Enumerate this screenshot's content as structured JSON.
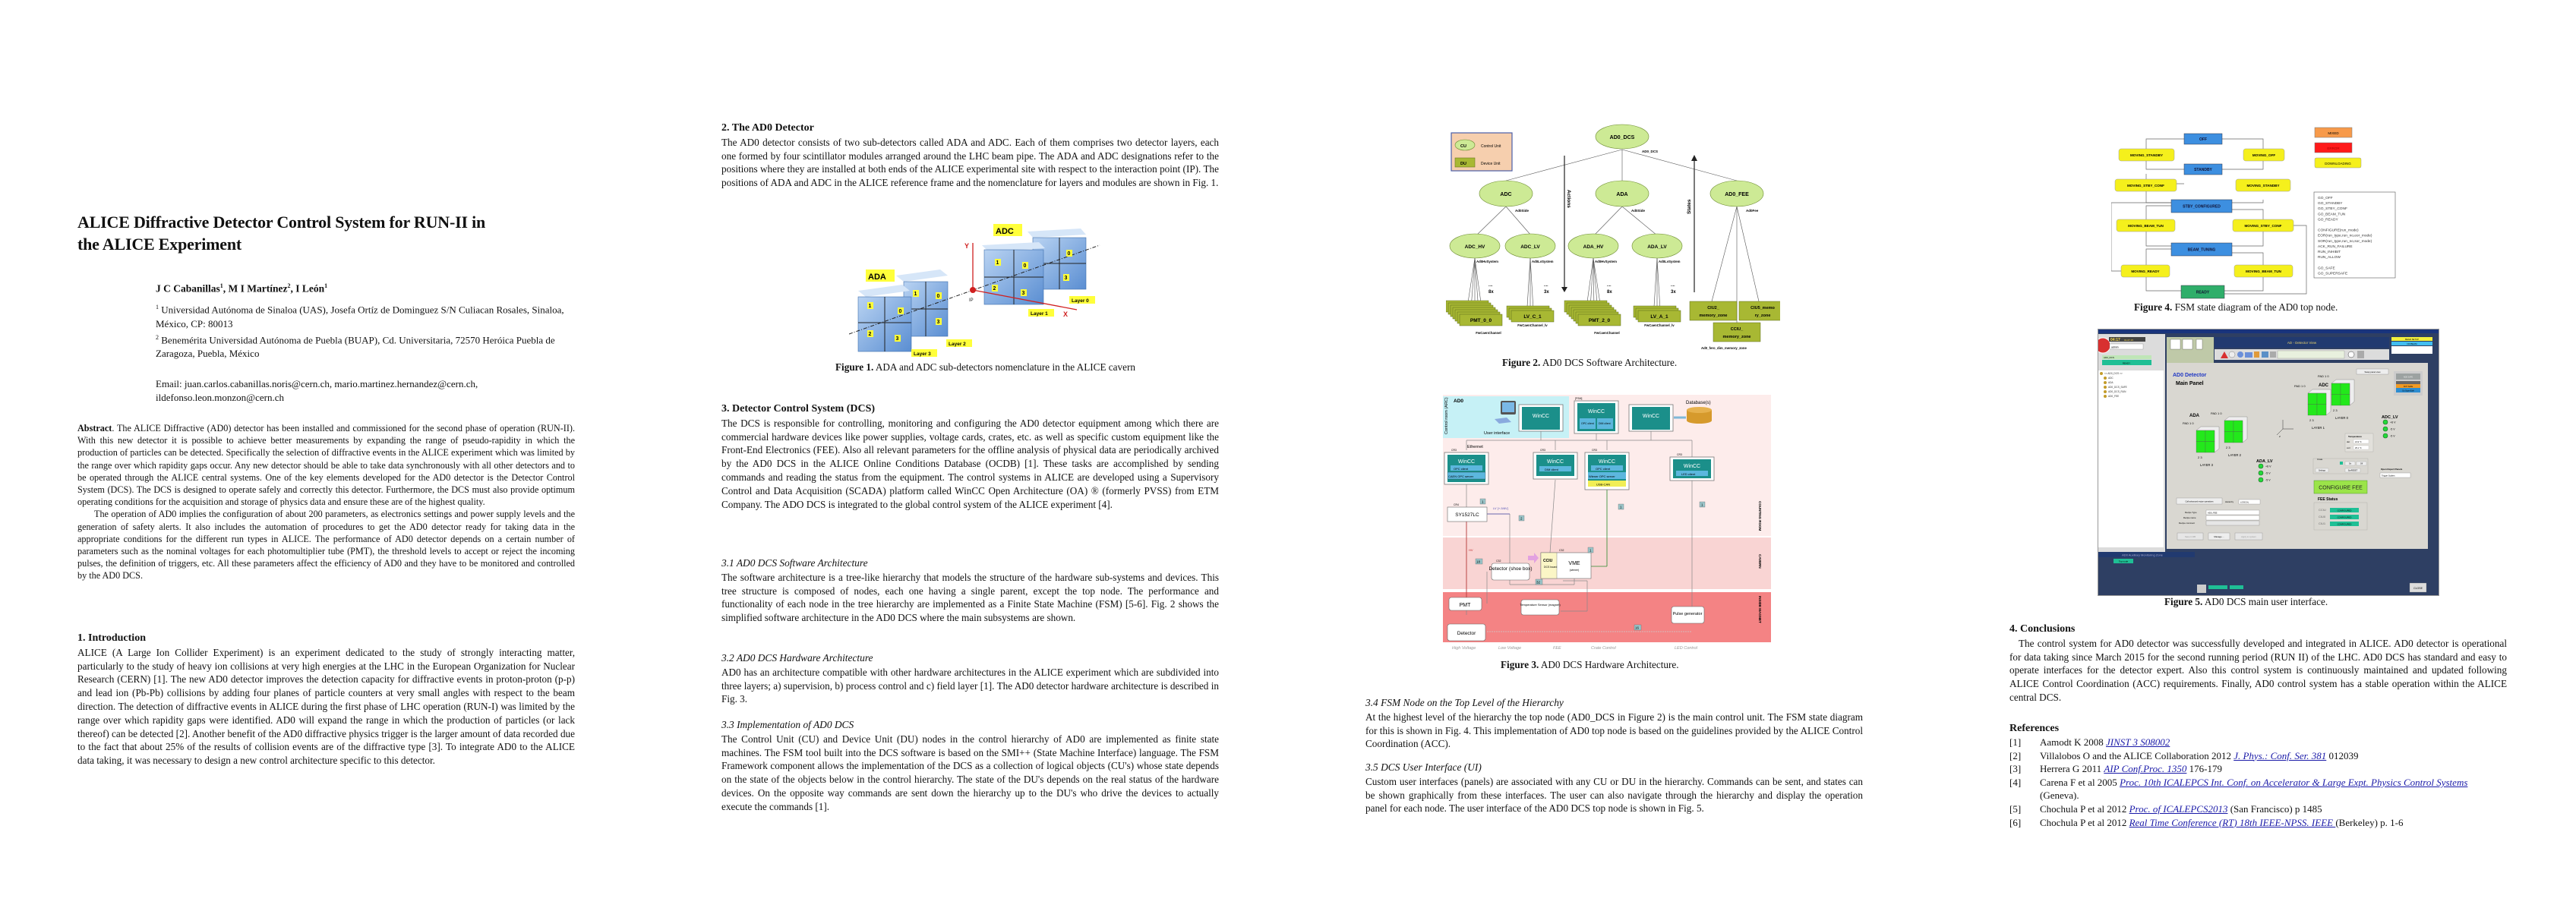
{
  "paper": {
    "title": "ALICE Diffractive Detector Control System  for RUN-II in the ALICE Experiment",
    "authors": [
      {
        "name": "J C Cabanillas",
        "aff": "1"
      },
      {
        "name": "M I Martínez",
        "aff": "2"
      },
      {
        "name": "I León",
        "aff": "1"
      }
    ],
    "affiliations": [
      {
        "num": "1",
        "text": "Universidad Autónoma de Sinaloa (UAS), Josefa Ortíz de Dominguez S/N Culiacan Rosales, Sinaloa, México, CP: 80013"
      },
      {
        "num": "2",
        "text": "Benemérita Universidad Autónoma de Puebla (BUAP), Cd. Universitaria, 72570 Heróica Puebla de Zaragoza, Puebla, México"
      }
    ],
    "email": "Email: juan.carlos.cabanillas.noris@cern.ch, mario.martinez.hernandez@cern.ch, ildefonso.leon.monzon@cern.ch",
    "abstract_label": "Abstract",
    "abstract_p1": ". The ALICE Diffractive (AD0) detector has been installed and commissioned for the second phase of operation (RUN-II). With this new detector it is possible to achieve better measurements by expanding the range of pseudo-rapidity in which the production of particles can be detected. Specifically the selection of diffractive events in the ALICE experiment which was limited by the range over which rapidity gaps occur. Any new detector should be able to take data synchronously with all other detectors and to be operated through the ALICE central systems. One of the key elements developed for the AD0 detector is the Detector Control System (DCS). The DCS is designed to operate safely and correctly this detector. Furthermore, the DCS must also provide optimum operating conditions for the acquisition and storage of physics data and ensure these are of the highest quality.",
    "abstract_p2": "The operation of AD0 implies the configuration of about 200 parameters, as electronics settings and power supply levels and the generation of safety alerts. It also includes the automation of procedures to get the AD0 detector ready for taking data in the appropriate conditions for the different run types in ALICE. The performance of AD0 detector depends on a certain number of parameters such as the nominal voltages for each photomultiplier tube (PMT), the threshold levels to accept or reject the incoming pulses, the definition of triggers, etc. All these parameters affect the efficiency of AD0 and they have to be monitored and controlled by the AD0 DCS."
  },
  "sections": {
    "intro": {
      "heading": "1.   Introduction",
      "body": "ALICE (A Large Ion Collider Experiment) is an experiment dedicated to the study of strongly interacting matter, particularly to the study of heavy ion collisions at very high energies at the LHC in the European Organization for Nuclear Research (CERN) [1]. The new AD0 detector improves the detection capacity for diffractive events in proton-proton (p-p) and lead ion (Pb-Pb) collisions by adding four planes of particle counters at very small angles with respect to the beam direction. The detection of diffractive events in ALICE during the first phase of LHC operation (RUN-I) was limited by the range over which rapidity gaps were identified. AD0 will expand the range in which the production of particles (or lack thereof) can be detected [2]. Another benefit of the AD0 diffractive physics trigger is the larger amount of data recorded due to the fact that about 25% of the results of collision events are of the diffractive type [3]. To integrate AD0 to the ALICE data taking, it was necessary to design a new control architecture specific to this detector."
    },
    "ad0": {
      "heading": "2.   The AD0 Detector",
      "body": "The AD0 detector consists of two sub-detectors called ADA and ADC. Each of them comprises two detector layers, each one formed by four scintillator modules arranged around the LHC beam pipe. The ADA and ADC designations refer to the positions where they are installed at both ends of the ALICE experimental site with respect to the interaction point (IP). The positions of ADA and ADC in the ALICE reference frame and the nomenclature for layers and modules are shown in Fig. 1."
    },
    "dcs": {
      "heading": "3.   Detector Control System (DCS)",
      "body": "The DCS is responsible for controlling, monitoring and configuring the AD0 detector equipment among which there are commercial hardware devices like power supplies, voltage cards, crates, etc. as well as specific custom equipment like the Front-End Electronics (FEE). Also all relevant parameters for the offline analysis of physical data are periodically archived by the AD0 DCS in the ALICE Online Conditions Database (OCDB) [1]. These tasks are accomplished by sending commands and reading the status from the equipment. The control systems in ALICE are developed using a Supervisory Control and Data Acquisition (SCADA) platform called WinCC Open Architecture (OA) ® (formerly PVSS) from ETM Company. The ADO DCS is integrated to the global control system of the ALICE experiment [4]."
    },
    "s31": {
      "heading": "3.1 AD0 DCS Software Architecture",
      "body": "The software architecture is a tree-like hierarchy that models the structure of the hardware sub-systems and devices. This tree structure is composed of nodes, each one having a single parent, except the top node. The performance and functionality of each node in the tree hierarchy are implemented as a Finite State Machine (FSM) [5-6]. Fig. 2 shows the simplified software architecture in the AD0 DCS where the main subsystems are shown."
    },
    "s32": {
      "heading": "3.2 AD0 DCS Hardware Architecture",
      "body": "AD0 has an architecture compatible with other hardware architectures in the ALICE experiment which are subdivided into three layers; a) supervision, b) process control and c) field layer [1]. The AD0 detector hardware architecture is described in Fig. 3."
    },
    "s33": {
      "heading": "3.3 Implementation of AD0 DCS",
      "body": "The Control Unit (CU) and Device Unit (DU) nodes in the control hierarchy of AD0 are implemented as finite state machines. The FSM tool built into the DCS software is based on the SMI++ (State Machine Interface) language. The FSM Framework component allows the implementation of the DCS as a collection of logical objects (CU's) whose state depends on the state of the objects below in the control hierarchy. The state of the DU's depends on the real status of the hardware devices. On the opposite way commands are sent down the hierarchy up to the DU's who drive the devices to actually execute the commands [1]."
    },
    "s34": {
      "heading": "3.4 FSM Node on the Top Level of the Hierarchy",
      "body": "At the highest level of the hierarchy the top node (AD0_DCS in Figure 2) is the main control unit. The FSM state diagram for this is shown in Fig. 4. This implementation of AD0 top node is based on the guidelines provided by the ALICE Control Coordination (ACC)."
    },
    "s35": {
      "heading": "3.5 DCS User Interface (UI)",
      "body": "Custom user interfaces (panels) are associated with any CU or DU in the hierarchy. Commands can be sent, and states can be shown graphically from these interfaces. The user can also navigate through the hierarchy and display the operation panel for each node. The user interface of the AD0 DCS top node is shown in Fig. 5."
    },
    "conclusions": {
      "heading": "4.   Conclusions",
      "body": "The control system for AD0 detector was successfully developed and integrated in ALICE. AD0 detector is operational for data taking since March 2015 for the second running period (RUN II) of the LHC. AD0 DCS has standard and easy to operate interfaces for the detector expert. Also this control system is continuously maintained and updated following ALICE Control Coordination (ACC) requirements. Finally, AD0 control system has a stable operation within the ALICE central DCS."
    }
  },
  "figures": {
    "fig1": {
      "label": "Figure 1.",
      "caption": " ADA and ADC sub-detectors nomenclature in the ALICE cavern",
      "ada": "ADA",
      "adc": "ADC",
      "ip": "IP",
      "x": "X",
      "y": "Y",
      "z": "Z",
      "layers": [
        "Layer 0",
        "Layer 1",
        "Layer 2",
        "Layer 3"
      ],
      "modules": [
        "0",
        "1",
        "2",
        "3"
      ]
    },
    "fig2": {
      "label": "Figure 2.",
      "caption": " AD0 DCS Software Architecture.",
      "legend": [
        {
          "short": "CU",
          "text": "Control Unit"
        },
        {
          "short": "DU",
          "text": "Device Unit"
        }
      ],
      "top": {
        "name": "AD0_DCS",
        "type": "AD0_DCS"
      },
      "cus": [
        {
          "name": "ADC",
          "type": "Ad0Side"
        },
        {
          "name": "ADA",
          "type": "Ad0Side"
        },
        {
          "name": "AD0_FEE",
          "type": "Ad0Fee"
        }
      ],
      "subs": [
        {
          "name": "ADC_HV",
          "type": "Ad0HvSystem",
          "du": "PMT_0_0",
          "dutype": "FwCaenChannel",
          "mult": "8x"
        },
        {
          "name": "ADC_LV",
          "type": "Ad0LvSystem",
          "du": "LV_C_1",
          "dutype": "FwCaenChannel_lv",
          "mult": "3x"
        },
        {
          "name": "ADA_HV",
          "type": "Ad0HvSystem",
          "du": "PMT_2_0",
          "dutype": "FwCaenChannel",
          "mult": "8x"
        },
        {
          "name": "ADA_LV",
          "type": "Ad0LvSystem",
          "du": "LV_A_1",
          "dutype": "FwCaenChannel_lv",
          "mult": "3x"
        }
      ],
      "fee_dus": [
        "CIU2_ memory_zone",
        "CCIU_ memory_zone",
        "CIU5_memo ry_zone"
      ],
      "fee_dutype": "Ad0_fero_dim_memory_zone",
      "actions": "Actions",
      "states": "States",
      "dots": "...."
    },
    "fig3": {
      "label": "Figure 3.",
      "caption": " AD0 DCS Hardware Architecture.",
      "ad0": "AD0",
      "control_room": "Control room (ARC)",
      "user_interface": "User interface",
      "wincc": "WinCC",
      "fsm": "[FSM]",
      "opc_client": "OPC client",
      "dim_client": "DIM client",
      "database": "Database(s)",
      "ethernet": "Ethernet",
      "cr3": "CR3",
      "cr4": "CR4",
      "c32": "C32",
      "caen_opc": "CAEN OPC server",
      "wiener_opc": "Wiener OPC server",
      "usb_can": "USB-CAN",
      "led_client": "LED client",
      "sy": "SY1527LC",
      "lv": "LV [+-5/6V]",
      "hv": "HV",
      "detector_shoebox": "Detector (shoe box)",
      "cciu": "CCIU",
      "dcs_board": "DCS board",
      "vme": "VME",
      "wiener": "(wiener)",
      "pmt": "PMT",
      "temp": "Temperature Sensor (magnet)",
      "pulse": "Pulse generator",
      "detector": "Detector",
      "zones": [
        "COUNTING ROOM",
        "CAVERN",
        "INSIDE MAGNET"
      ],
      "bottom": [
        "High Voltage",
        "Low Voltage",
        "FEE",
        "Crate Control",
        "LED Control"
      ],
      "counts": [
        "1",
        "2",
        "1",
        "1",
        "18",
        "1",
        "32",
        "16"
      ]
    },
    "fig4": {
      "label": "Figure 4.",
      "caption": " FSM state diagram of the AD0 top node.",
      "states_main": [
        "OFF",
        "STANDBY",
        "STBY_CONFIGURED",
        "BEAM_TUNING",
        "READY"
      ],
      "moving_left": [
        "MOVING_STANDBY",
        "MOVING_STBY_CONF",
        "MOVING_BEAM_TUN",
        "MOVING_READY"
      ],
      "moving_right": [
        "MOVING_OFF",
        "MOVING_STANDBY",
        "MOVING_STBY_CONF",
        "MOVING_BEAM_TUN"
      ],
      "extra": [
        "MIXED",
        "ERROR",
        "DOWNLOADING"
      ],
      "commands": [
        "GO_OFF",
        "GO_STANDBY",
        "GO_STBY_CONF",
        "GO_BEAM_TUN",
        "GO_READY",
        "",
        "CONFIGURE(run_mode)",
        "EOR(run_type,run_no,eor_mode)",
        "SOR(run_type,run_no,sor_mode)",
        "ACK_RUN_FAILURE",
        "RUN_INHIBIT",
        "RUN_ALLOW",
        "",
        "GO_SAFE",
        "GO_SUPERSAFE"
      ],
      "colors": {
        "state": "#3d8fe0",
        "moving": "#f5f01c",
        "ready": "#2fae6a",
        "mixed": "#f79a4a",
        "error": "#ff1a1a"
      }
    },
    "fig5": {
      "label": "Figure 5.",
      "caption": " AD0 DCS main user interface.",
      "time": "04:17",
      "date": "01-07-15",
      "user": "admin",
      "node": "AD0_DCS",
      "node_state": "READY",
      "tree": [
        "AD0_DCS",
        "ADC",
        "ADA",
        "AD0_DCS_SAFE",
        "AD0_DCS_RUN",
        "AD0_FEE"
      ],
      "header": "AD - Detector View",
      "beam": [
        "BEAM SETUP",
        "NO BEAM"
      ],
      "title1": "AD0 Detector",
      "title2": "Main Panel",
      "ada": "ADA",
      "adc": "ADC",
      "pad": "PAD",
      "layer": "LAYER",
      "ada_lv": "ADA_LV",
      "adc_lv": "ADC_LV",
      "lv_values": [
        "+6 V",
        "-5 V",
        "-5 V"
      ],
      "temperature": "Temperature",
      "det": "det",
      "det_val": "21.9 °C",
      "coil": "coil",
      "coil_val": "25.1 °C",
      "configure_fee": "CONFIGURE FEE",
      "fee_status": "FEE Status",
      "fee_rows": [
        {
          "name": "CCIU",
          "state": "CONFIGURED"
        },
        {
          "name": "CIU0",
          "state": "CONFIGURED"
        },
        {
          "name": "CIU1",
          "state": "CONFIGURED"
        }
      ],
      "crate": "Crate",
      "on": "On",
      "off": "Off",
      "settings": "Settings",
      "sysreset": "SysRESET",
      "expert_panels": "Open Expert Panels",
      "expert_select": "Trigger Scalers",
      "adv_recipe": "Call advanced recipe operations",
      "hierarchy": "Hierarchy",
      "hierarchy_val": "LOGICAL",
      "recipe_type": "Recipe Type",
      "recipe_type_val": "AD0_FEE",
      "recipe_name": "Recipe name",
      "recipe_comment": "Recipe comment",
      "save": "Save in DB",
      "manage": "Manage ...",
      "apply": "Apply to system",
      "swap": "Swap panel view",
      "safe": [
        "ADE SAFE",
        "NOT SAFE",
        "Go SuperSafe"
      ],
      "aux": "AD0 Auxiliary Monitoring Zone",
      "top_node": "Top node",
      "close": "CLOSE"
    }
  },
  "references": {
    "heading": "References",
    "items": [
      {
        "num": "[1]",
        "pre": "Aamodt  K 2008 ",
        "link": "JINST 3 S08002",
        "post": ""
      },
      {
        "num": "[2]",
        "pre": "Villalobos O and the ALICE Collaboration 2012 ",
        "link": "J. Phys.: Conf. Ser. 381",
        "post": " 012039"
      },
      {
        "num": "[3]",
        "pre": "Herrera G 2011 ",
        "link": "AIP Conf.Proc. 1350",
        "post": " 176-179"
      },
      {
        "num": "[4]",
        "pre": "Carena F et al 2005 ",
        "link": "Proc. 10th ICALEPCS Int. Conf. on Accelerator & Large Expt. Physics Control Systems",
        "post": " (Geneva)."
      },
      {
        "num": "[5]",
        "pre": "Chochula P et al 2012 ",
        "link": "Proc. of ICALEPCS2013",
        "post": " (San Francisco) p 1485"
      },
      {
        "num": "[6]",
        "pre": "Chochula P et al 2012 ",
        "link": "Real Time Conference (RT) 18th IEEE-NPSS. IEEE ",
        "post": " (Berkeley) p. 1-6"
      }
    ]
  }
}
